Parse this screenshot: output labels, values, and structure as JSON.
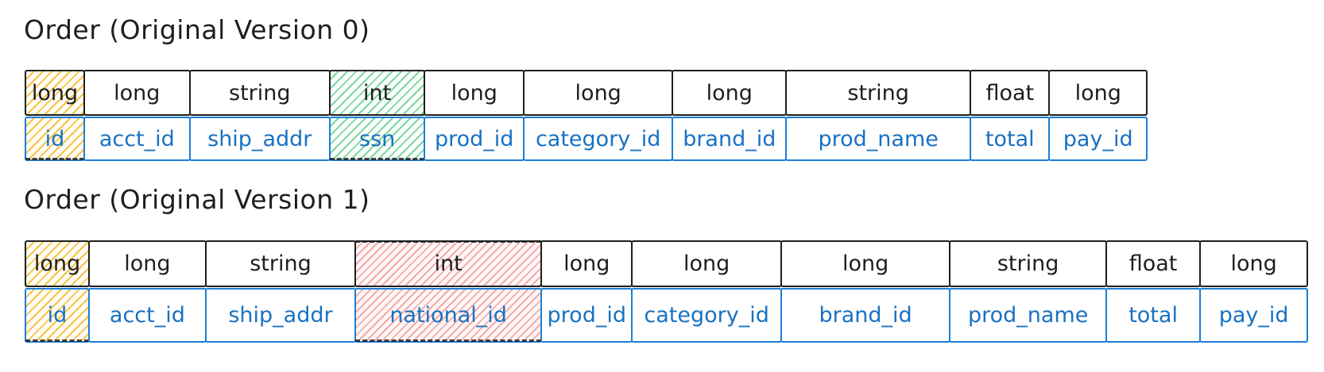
{
  "tables": [
    {
      "title": "Order (Original Version 0)",
      "columns": [
        {
          "type": "long",
          "name": "id",
          "highlight": "yellow"
        },
        {
          "type": "long",
          "name": "acct_id",
          "highlight": null
        },
        {
          "type": "string",
          "name": "ship_addr",
          "highlight": null
        },
        {
          "type": "int",
          "name": "ssn",
          "highlight": "green"
        },
        {
          "type": "long",
          "name": "prod_id",
          "highlight": null
        },
        {
          "type": "long",
          "name": "category_id",
          "highlight": null
        },
        {
          "type": "long",
          "name": "brand_id",
          "highlight": null
        },
        {
          "type": "string",
          "name": "prod_name",
          "highlight": null
        },
        {
          "type": "float",
          "name": "total",
          "highlight": null
        },
        {
          "type": "long",
          "name": "pay_id",
          "highlight": null
        }
      ]
    },
    {
      "title": "Order (Original Version 1)",
      "columns": [
        {
          "type": "long",
          "name": "id",
          "highlight": "yellow"
        },
        {
          "type": "long",
          "name": "acct_id",
          "highlight": null
        },
        {
          "type": "string",
          "name": "ship_addr",
          "highlight": null
        },
        {
          "type": "int",
          "name": "national_id",
          "highlight": "red"
        },
        {
          "type": "long",
          "name": "prod_id",
          "highlight": null
        },
        {
          "type": "long",
          "name": "category_id",
          "highlight": null
        },
        {
          "type": "long",
          "name": "brand_id",
          "highlight": null
        },
        {
          "type": "string",
          "name": "prod_name",
          "highlight": null
        },
        {
          "type": "float",
          "name": "total",
          "highlight": null
        },
        {
          "type": "long",
          "name": "pay_id",
          "highlight": null
        }
      ]
    }
  ],
  "colors": {
    "type_text": "#1e1e1e",
    "field_text": "#1971c2",
    "field_border": "#1c7ed6",
    "yellow_hatch": "#f6c24a",
    "green_hatch": "#7ed6a0",
    "red_hatch": "#f5a9a9"
  }
}
